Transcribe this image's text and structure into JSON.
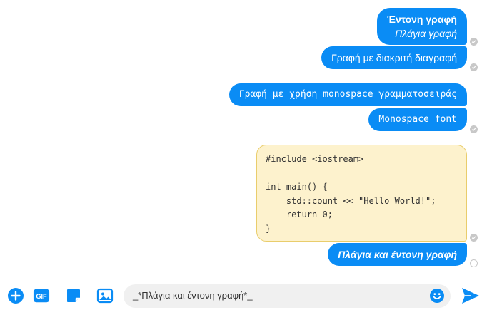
{
  "messages": {
    "m1": {
      "line1": "Έντονη γραφή",
      "line2": "Πλάγια γραφή"
    },
    "m2": {
      "text": "Γραφή με διακριτή διαγραφή"
    },
    "m3": {
      "text": "Γραφή με χρήση monospace γραμματοσειράς"
    },
    "m4": {
      "text": "Monospace font"
    },
    "code": {
      "lines": [
        "#include <iostream>",
        "",
        "int main() {",
        "    std::count << \"Hello World!\";",
        "    return 0;",
        "}"
      ]
    },
    "m5": {
      "text": "Πλάγια και έντονη γραφή"
    }
  },
  "composer": {
    "value": "_*Πλάγια και έντονη γραφή*_",
    "tools": [
      "plus-icon",
      "gif-icon",
      "sticker-icon",
      "image-icon"
    ],
    "gif_label": "GIF"
  },
  "colors": {
    "accent": "#0a8cf5",
    "code_bg": "#fdf2cd",
    "code_border": "#e9cd6c",
    "receipt": "#c8c8c8"
  }
}
